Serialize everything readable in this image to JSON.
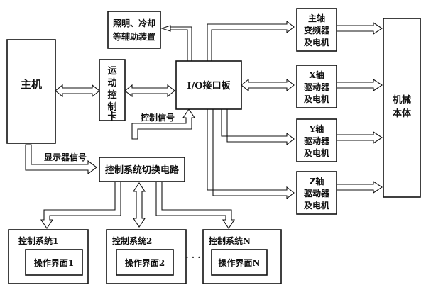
{
  "nodes": {
    "host": "主机",
    "motion_card": [
      "运",
      "动",
      "控",
      "制",
      "卡"
    ],
    "io_board": "I/O接口板",
    "aux": [
      "照明、冷却",
      "等辅助装置"
    ],
    "spindle": [
      "主轴",
      "变频器",
      "及电机"
    ],
    "x_drive": [
      "X轴",
      "驱动器",
      "及电机"
    ],
    "y_drive": [
      "Y轴",
      "驱动器",
      "及电机"
    ],
    "z_drive": [
      "Z轴",
      "驱动器",
      "及电机"
    ],
    "machine": [
      "机械",
      "本体"
    ],
    "switch_circuit": "控制系统切换电路",
    "systems": [
      {
        "title": "控制系统1",
        "ui": "操作界面1"
      },
      {
        "title": "控制系统2",
        "ui": "操作界面2"
      },
      {
        "title": "控制系统N",
        "ui": "操作界面N"
      }
    ],
    "ellipsis": "· · ·"
  },
  "edge_labels": {
    "control_signal": "控制信号",
    "display_signal": "显示器信号"
  }
}
